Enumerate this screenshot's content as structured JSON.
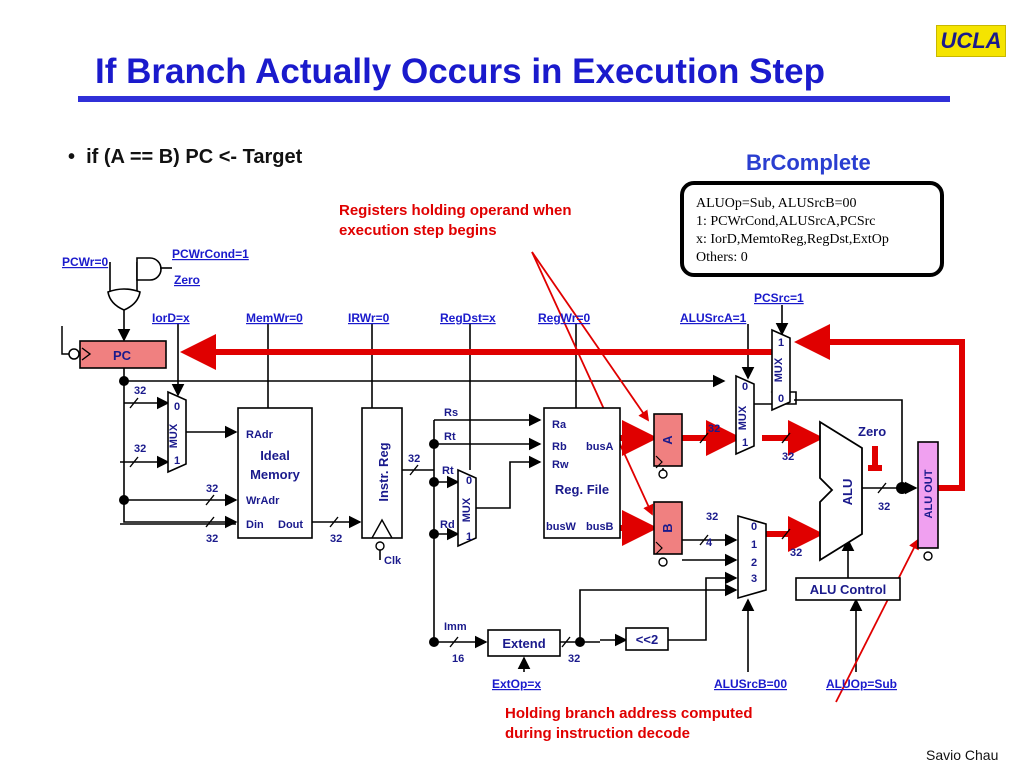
{
  "logo": "UCLA",
  "title": "If Branch Actually Occurs in Execution Step",
  "bullet": "if (A == B) PC <- Target",
  "state_box": {
    "title": "BrComplete",
    "lines": [
      "ALUOp=Sub, ALUSrcB=00",
      "1: PCWrCond,ALUSrcA,PCSrc",
      "x: IorD,MemtoReg,RegDst,ExtOp",
      "Others: 0"
    ]
  },
  "annotations": {
    "top": [
      "Registers holding operand when",
      "execution step begins"
    ],
    "bottom": [
      "Holding branch address computed",
      "during instruction decode"
    ]
  },
  "signals": {
    "pcwr": "PCWr=0",
    "pcwrcond": "PCWrCond=1",
    "zero": "Zero",
    "iord": "IorD=x",
    "memwr": "MemWr=0",
    "irwr": "IRWr=0",
    "regdst": "RegDst=x",
    "regwr": "RegWr=0",
    "alusrca": "ALUSrcA=1",
    "pcsrc": "PCSrc=1",
    "extop": "ExtOp=x",
    "alusrcb": "ALUSrcB=00",
    "aluop": "ALUOp=Sub"
  },
  "blocks": {
    "pc": "PC",
    "memory": {
      "radr": "RAdr",
      "line1": "Ideal",
      "line2": "Memory",
      "wradr": "WrAdr",
      "din": "Din",
      "dout": "Dout"
    },
    "ir": "Instr. Reg",
    "clk": "Clk",
    "regfile": {
      "ra": "Ra",
      "rb": "Rb",
      "rw": "Rw",
      "busa": "busA",
      "name": "Reg. File",
      "busw": "busW",
      "busb": "busB"
    },
    "a": "A",
    "b": "B",
    "alu": "ALU",
    "zero": "Zero",
    "aluout": "ALU OUT",
    "alucontrol": "ALU Control",
    "extend": "Extend",
    "shift": "<<2"
  },
  "muxes": {
    "label": "MUX",
    "iord": [
      "0",
      "1"
    ],
    "regdst": [
      "0",
      "1"
    ],
    "alusrca": [
      "0",
      "1"
    ],
    "pcsrc": [
      "1",
      "0"
    ],
    "alusrcb": [
      "0",
      "1",
      "2",
      "3"
    ]
  },
  "fields": {
    "rs": "Rs",
    "rt": "Rt",
    "rd": "Rd",
    "imm": "Imm"
  },
  "widths": {
    "w32": "32",
    "w4": "4",
    "w16": "16"
  },
  "colors": {
    "title": "#1a1acc",
    "highlight": "#e00000",
    "register_fill": "#f08080",
    "aluout_fill": "#f0a0f0",
    "logo_bg": "#f5e400"
  },
  "author": "Savio Chau"
}
